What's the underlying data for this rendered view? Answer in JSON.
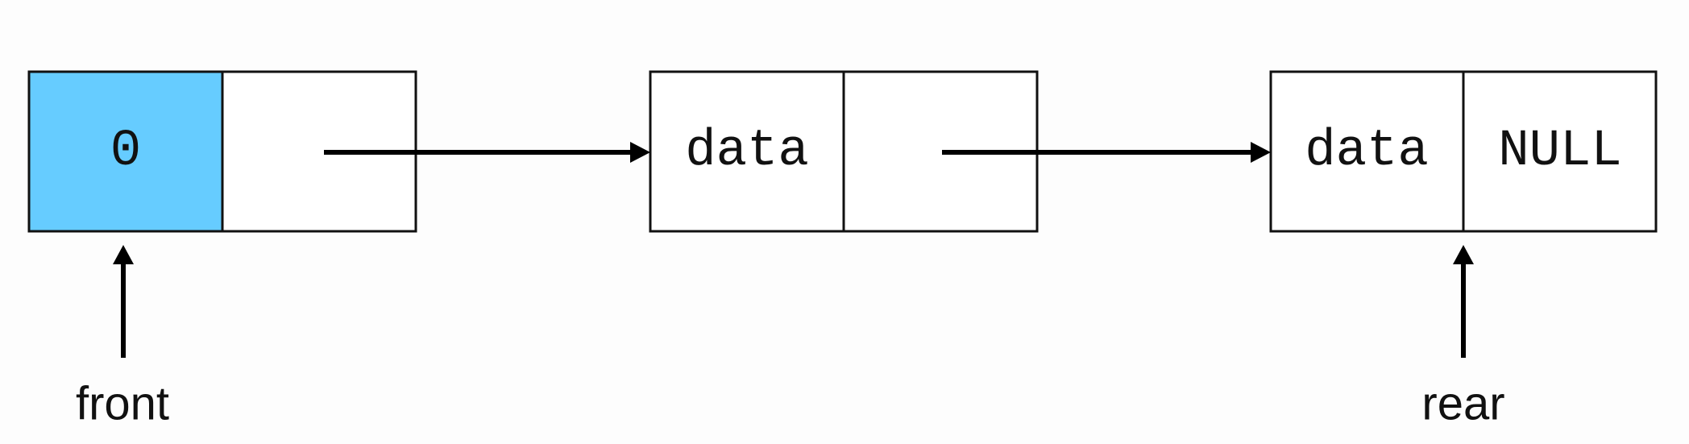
{
  "diagram": {
    "nodes": [
      {
        "data": "0",
        "next": "",
        "highlight_color": "#66ccff"
      },
      {
        "data": "data",
        "next": ""
      },
      {
        "data": "data",
        "next": "NULL"
      }
    ],
    "pointers": {
      "front": "front",
      "rear": "rear"
    }
  }
}
